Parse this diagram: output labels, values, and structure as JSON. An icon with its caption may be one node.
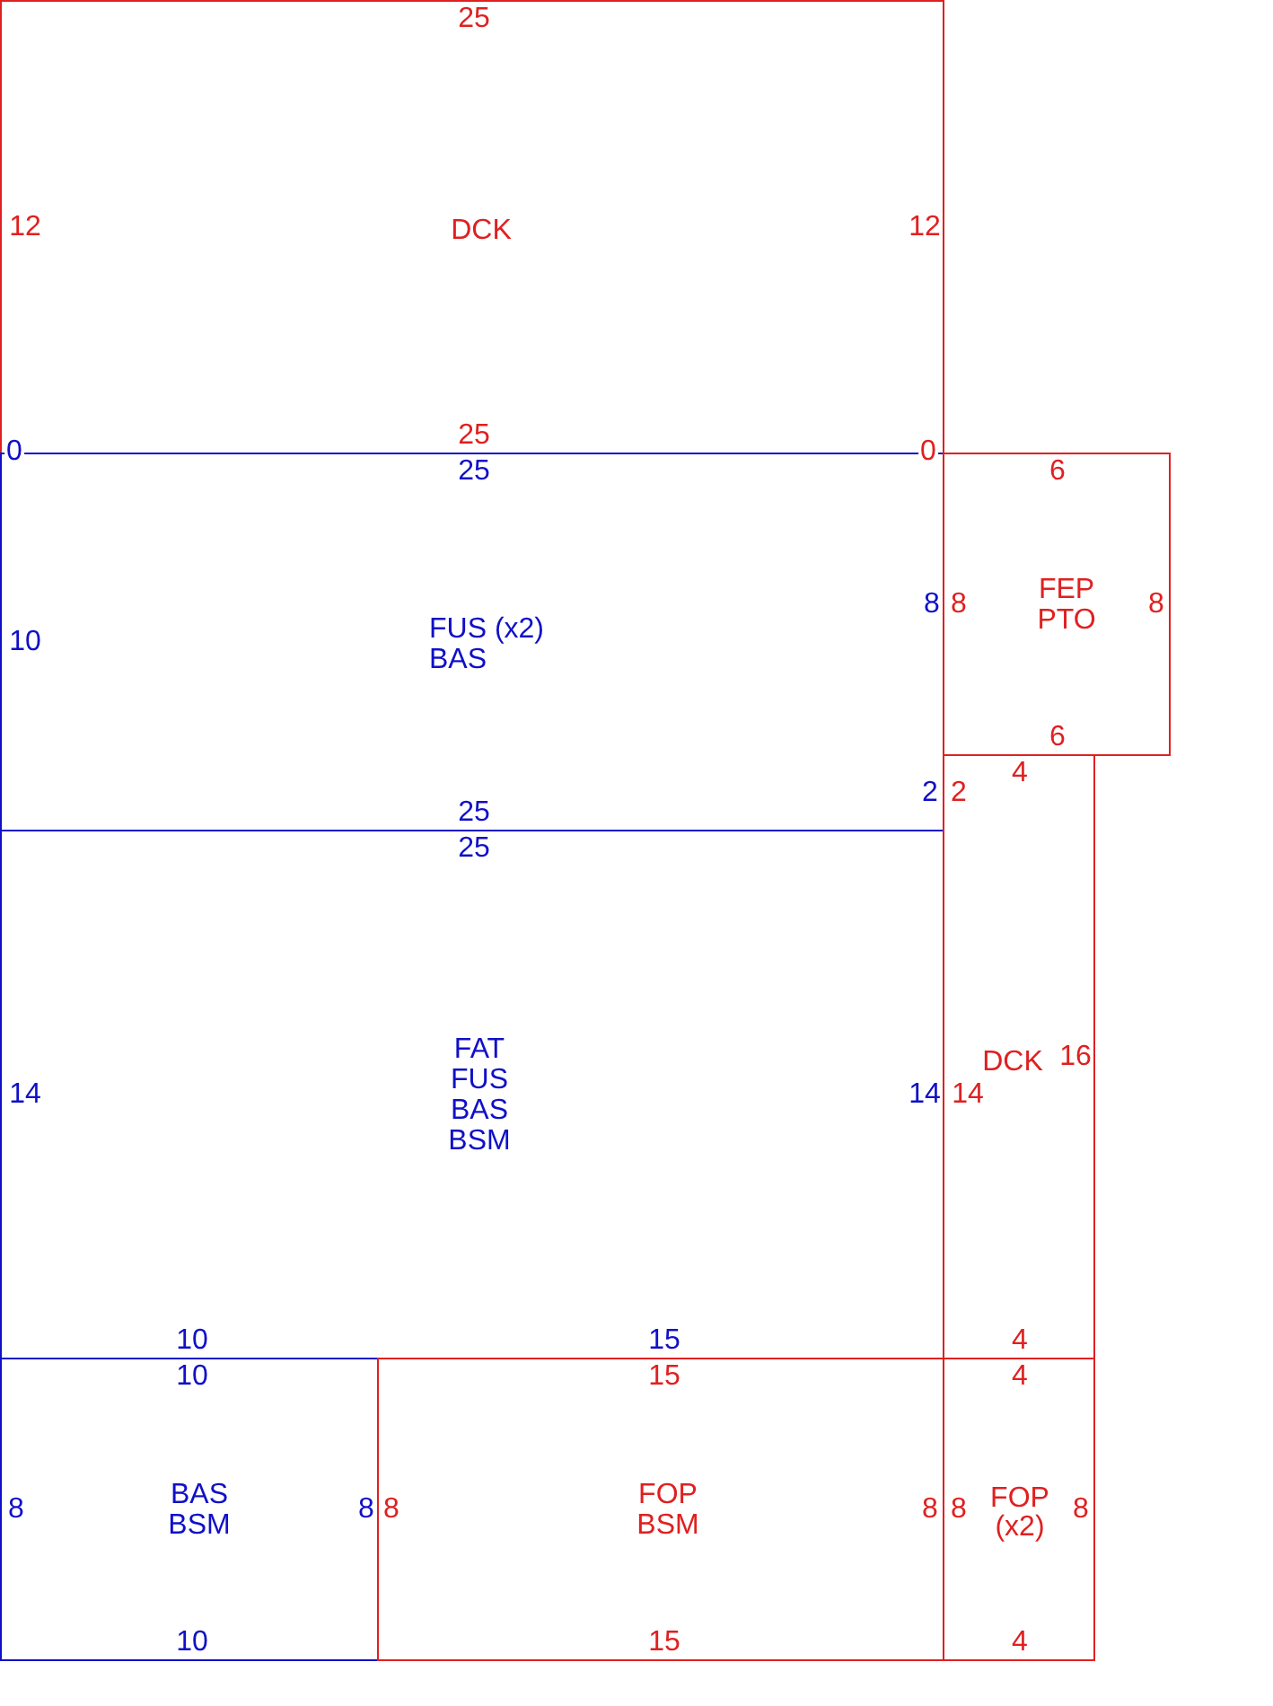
{
  "diagram": {
    "nodes": [
      {
        "text": [
          "25",
          "12",
          "DCK",
          "12",
          "25"
        ]
      },
      {
        "text": [
          "25",
          "FUS (x2)",
          "BAS",
          "10",
          "8",
          "2",
          "25"
        ]
      },
      {
        "text": [
          "25",
          "FAT",
          "FUS",
          "BAS",
          "BSM",
          "14",
          "14",
          "10",
          "15"
        ]
      },
      {
        "text": [
          "10",
          "8",
          "BAS",
          "BSM",
          "8",
          "10"
        ]
      },
      {
        "text": [
          "15",
          "8",
          "FOP",
          "BSM",
          "8",
          "15"
        ]
      },
      {
        "text": [
          "6",
          "8",
          "FEP",
          "PTO",
          "8",
          "6"
        ]
      },
      {
        "text": [
          "4",
          "2",
          "14",
          "DCK",
          "16",
          "4"
        ]
      },
      {
        "text": [
          "4",
          "8",
          "FOP (x2)",
          "8",
          "4"
        ]
      }
    ],
    "labels": [
      "0",
      "0"
    ]
  }
}
